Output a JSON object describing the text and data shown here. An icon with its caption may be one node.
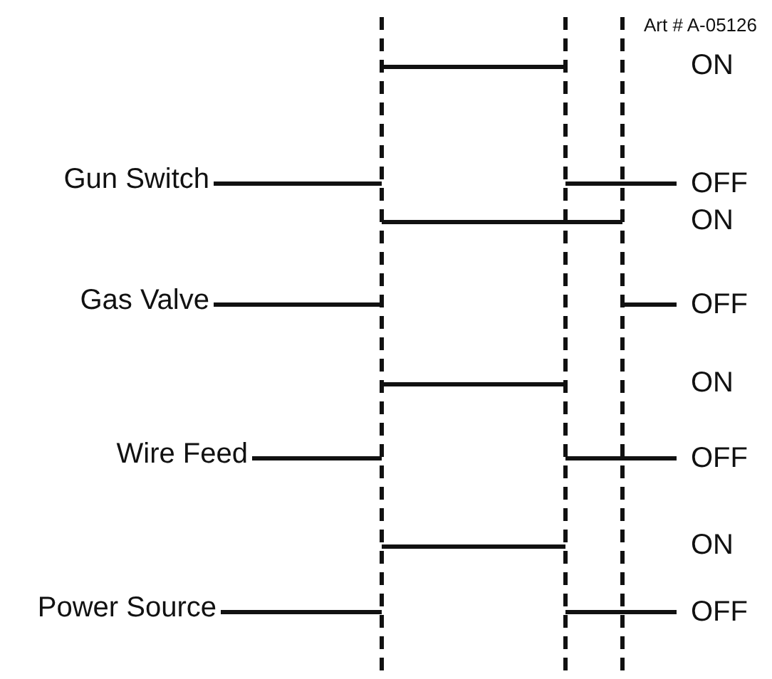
{
  "diagram": {
    "labels": [
      "Art # A-05126",
      "ON",
      "Gun Switch",
      "OFF",
      "ON",
      "Gas Valve",
      "OFF",
      "ON",
      "Wire Feed",
      "OFF",
      "ON",
      "Power Source",
      "OFF"
    ]
  }
}
